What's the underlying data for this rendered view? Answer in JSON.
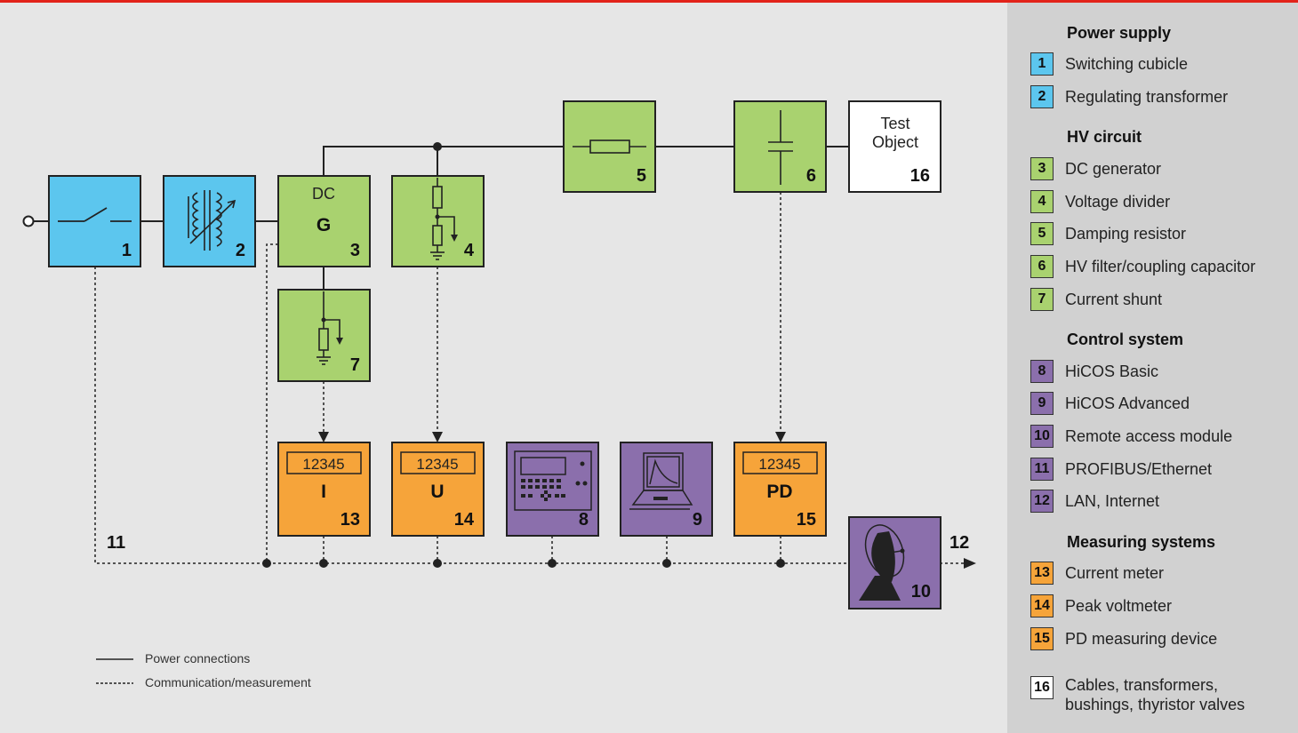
{
  "colors": {
    "supply": "#5cc6ee",
    "hv": "#a9d26f",
    "control": "#8b6fac",
    "measuring": "#f6a43a",
    "object": "#ffffff",
    "accent_bar": "#e2231a"
  },
  "blocks": {
    "b1": {
      "num": "1"
    },
    "b2": {
      "num": "2"
    },
    "b3": {
      "num": "3",
      "sub": "DC",
      "main": "G"
    },
    "b4": {
      "num": "4"
    },
    "b5": {
      "num": "5"
    },
    "b6": {
      "num": "6"
    },
    "b7": {
      "num": "7"
    },
    "b16": {
      "num": "16",
      "line1": "Test",
      "line2": "Object"
    },
    "b13": {
      "num": "13",
      "display": "12345",
      "main": "I"
    },
    "b14": {
      "num": "14",
      "display": "12345",
      "main": "U"
    },
    "b8": {
      "num": "8"
    },
    "b9": {
      "num": "9"
    },
    "b15": {
      "num": "15",
      "display": "12345",
      "main": "PD"
    },
    "b10": {
      "num": "10"
    }
  },
  "bus": {
    "label_left": "11",
    "label_right": "12"
  },
  "legend": {
    "power": "Power connections",
    "comm": "Communication/measurement"
  },
  "sidebar": {
    "sections": [
      {
        "title": "Power supply",
        "items": [
          {
            "num": "1",
            "label": "Switching cubicle",
            "color": "#5cc6ee"
          },
          {
            "num": "2",
            "label": "Regulating transformer",
            "color": "#5cc6ee"
          }
        ]
      },
      {
        "title": "HV circuit",
        "items": [
          {
            "num": "3",
            "label": "DC generator",
            "color": "#a9d26f"
          },
          {
            "num": "4",
            "label": "Voltage divider",
            "color": "#a9d26f"
          },
          {
            "num": "5",
            "label": "Damping resistor",
            "color": "#a9d26f"
          },
          {
            "num": "6",
            "label": "HV filter/coupling capacitor",
            "color": "#a9d26f"
          },
          {
            "num": "7",
            "label": "Current shunt",
            "color": "#a9d26f"
          }
        ]
      },
      {
        "title": "Control system",
        "items": [
          {
            "num": "8",
            "label": "HiCOS Basic",
            "color": "#8b6fac"
          },
          {
            "num": "9",
            "label": "HiCOS Advanced",
            "color": "#8b6fac"
          },
          {
            "num": "10",
            "label": "Remote access module",
            "color": "#8b6fac"
          },
          {
            "num": "11",
            "label": "PROFIBUS/Ethernet",
            "color": "#8b6fac"
          },
          {
            "num": "12",
            "label": "LAN, Internet",
            "color": "#8b6fac"
          }
        ]
      },
      {
        "title": "Measuring systems",
        "items": [
          {
            "num": "13",
            "label": "Current meter",
            "color": "#f6a43a"
          },
          {
            "num": "14",
            "label": "Peak voltmeter",
            "color": "#f6a43a"
          },
          {
            "num": "15",
            "label": "PD measuring device",
            "color": "#f6a43a"
          }
        ]
      }
    ],
    "extra": {
      "num": "16",
      "line1": "Cables, transformers,",
      "line2": "bushings, thyristor valves",
      "color": "#ffffff"
    }
  }
}
